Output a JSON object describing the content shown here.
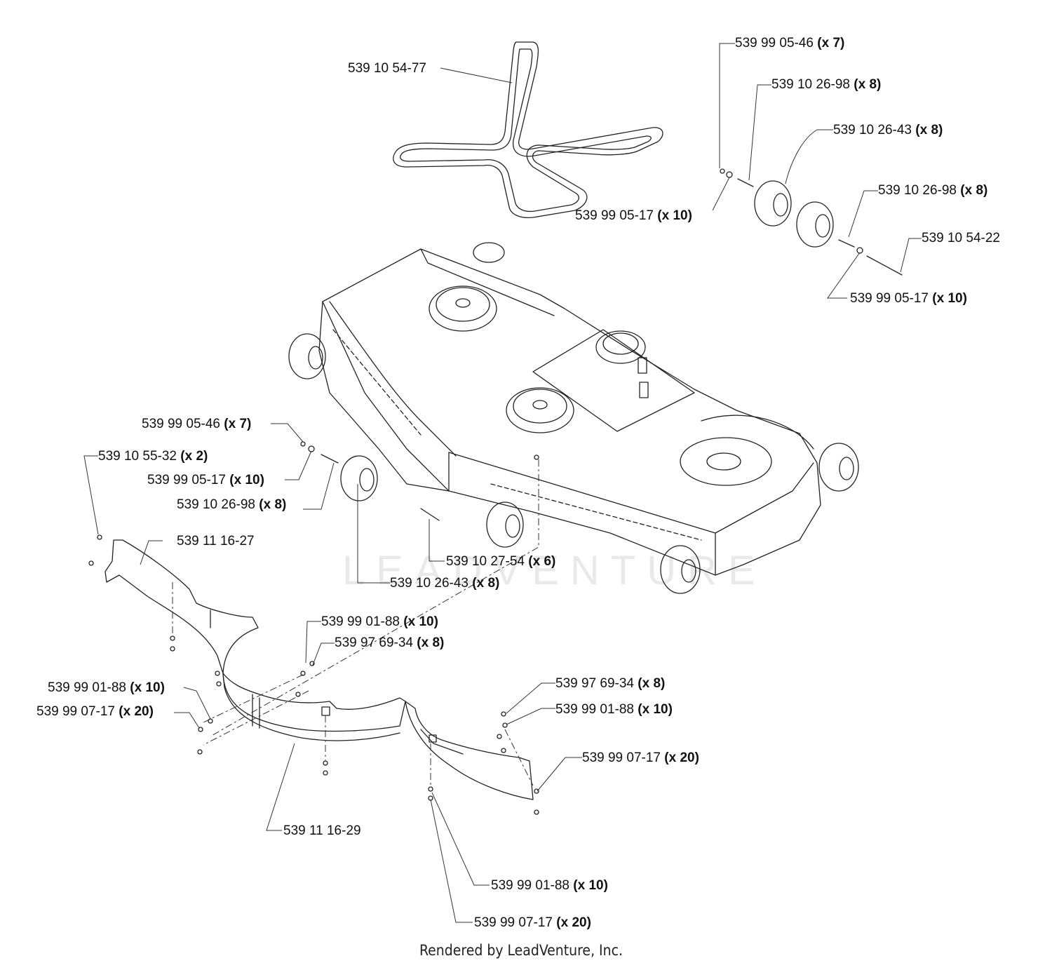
{
  "watermark": "LEADVENTURE",
  "footer": "Rendered by LeadVenture, Inc.",
  "callouts": [
    {
      "part": "539 10 54-77",
      "qty": ""
    },
    {
      "part": "539 99 05-46",
      "qty": "(x 7)"
    },
    {
      "part": "539 10 26-98",
      "qty": "(x 8)"
    },
    {
      "part": "539 10 26-43",
      "qty": "(x 8)"
    },
    {
      "part": "539 10 26-98",
      "qty": "(x 8)"
    },
    {
      "part": "539 99 05-17",
      "qty": "(x 10)"
    },
    {
      "part": "539 10 54-22",
      "qty": ""
    },
    {
      "part": "539 99 05-17",
      "qty": "(x 10)"
    },
    {
      "part": "539 99 05-46",
      "qty": "(x 7)"
    },
    {
      "part": "539 10 55-32",
      "qty": "(x 2)"
    },
    {
      "part": "539 99 05-17",
      "qty": "(x 10)"
    },
    {
      "part": "539 10 26-98",
      "qty": "(x 8)"
    },
    {
      "part": "539 11 16-27",
      "qty": ""
    },
    {
      "part": "539 10 27-54",
      "qty": "(x 6)"
    },
    {
      "part": "539 10 26-43",
      "qty": "(x 8)"
    },
    {
      "part": "539 99 01-88",
      "qty": "(x 10)"
    },
    {
      "part": "539 97 69-34",
      "qty": "(x 8)"
    },
    {
      "part": "539 99 01-88",
      "qty": "(x 10)"
    },
    {
      "part": "539 99 07-17",
      "qty": "(x 20)"
    },
    {
      "part": "539 97 69-34",
      "qty": "(x 8)"
    },
    {
      "part": "539 99 01-88",
      "qty": "(x 10)"
    },
    {
      "part": "539 99 07-17",
      "qty": "(x 20)"
    },
    {
      "part": "539 11 16-29",
      "qty": ""
    },
    {
      "part": "539 99 01-88",
      "qty": "(x 10)"
    },
    {
      "part": "539 99 07-17",
      "qty": "(x 20)"
    }
  ]
}
